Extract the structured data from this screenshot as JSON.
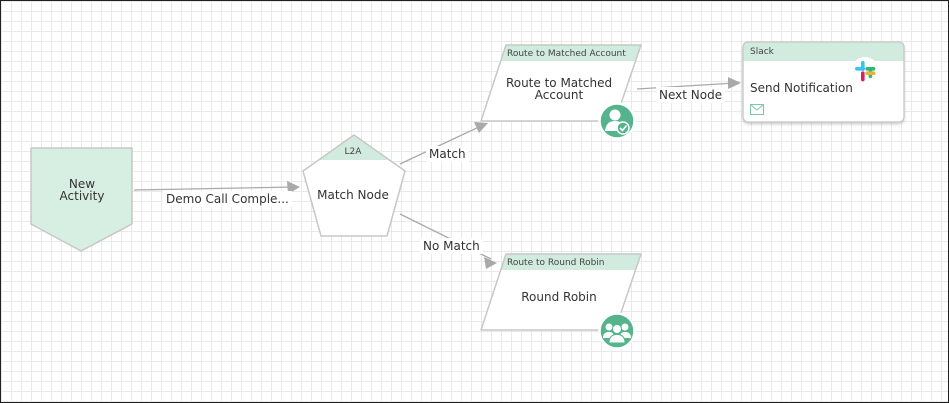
{
  "colors": {
    "node_fill": "#d7eee3",
    "strip_fill": "#d2ebdf",
    "badge_fill": "#55b48b",
    "node_border": "#c7c7c7",
    "edge": "#a9a9a9",
    "grid": "#e9e9e9"
  },
  "nodes": {
    "new_activity": {
      "label": "New\nActivity"
    },
    "match_node": {
      "tag": "L2A",
      "label": "Match Node"
    },
    "route_matched": {
      "header": "Route to Matched Account",
      "label": "Route to Matched\nAccount",
      "badge_icon": "user-check-icon"
    },
    "round_robin": {
      "header": "Route to Round Robin",
      "label": "Round Robin",
      "badge_icon": "user-group-icon"
    },
    "slack": {
      "header": "Slack",
      "label": "Send Notification",
      "logo_icon": "slack-logo-icon",
      "footer_icon": "envelope-icon"
    }
  },
  "edges": {
    "demo_call": "Demo Call Comple...",
    "match": "Match",
    "no_match": "No Match",
    "next_node": "Next Node"
  }
}
